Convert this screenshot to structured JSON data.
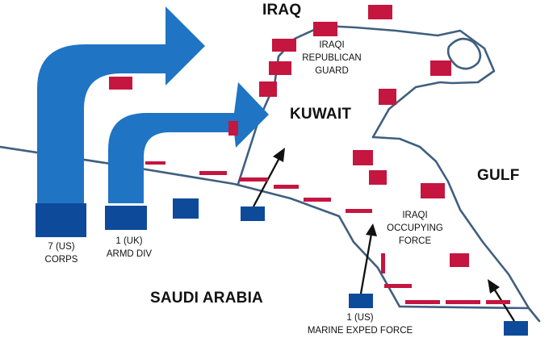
{
  "map": {
    "region_labels": {
      "iraq": "IRAQ",
      "kuwait": "KUWAIT",
      "gulf": "GULF",
      "saudi_arabia": "SAUDI ARABIA"
    },
    "force_labels": {
      "republican_guard_line1": "IRAQI",
      "republican_guard_line2": "REPUBLICAN",
      "republican_guard_line3": "GUARD",
      "occupying_force_line1": "IRAQI",
      "occupying_force_line2": "OCCUPYING",
      "occupying_force_line3": "FORCE"
    },
    "unit_labels": {
      "us_7_corps_line1": "7 (US)",
      "us_7_corps_line2": "CORPS",
      "uk_1_armd_line1": "1 (UK)",
      "uk_1_armd_line2": "ARMD DIV",
      "us_marine_line1": "1 (US)",
      "us_marine_line2": "MARINE EXPED FORCE"
    },
    "colors": {
      "coalition": "#0e4a9a",
      "arrow": "#1f74c4",
      "iraqi": "#c4163f",
      "border": "#3f5f7f",
      "text": "#111111"
    },
    "legend_semantics": {
      "blue_squares": "coalition-units",
      "red_rectangles": "iraqi-units",
      "blue_arrows": "coalition-flanking-attack",
      "black_arrows": "coalition-frontal-advance"
    }
  }
}
